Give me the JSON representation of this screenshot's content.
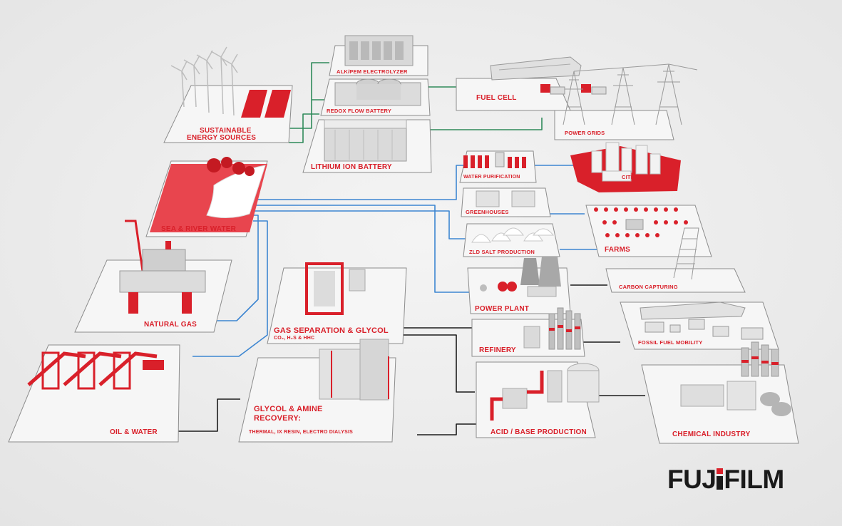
{
  "labels": {
    "alk_pem": "ALK/PEM ELECTROLYZER",
    "redox": "REDOX FLOW BATTERY",
    "lithium": "LITHIUM ION BATTERY",
    "sustainable_1": "SUSTAINABLE",
    "sustainable_2": "ENERGY SOURCES",
    "fuel_cell": "FUEL CELL",
    "power_grids": "POWER GRIDS",
    "water_purification": "WATER PURIFICATION",
    "cities": "CITIES",
    "greenhouses": "GREENHOUSES",
    "farms": "FARMS",
    "zld_salt": "ZLD SALT PRODUCTION",
    "carbon_capturing": "CARBON CAPTURING",
    "power_plant": "POWER PLANT",
    "sea_river": "SEA & RIVER WATER",
    "natural_gas": "NATURAL GAS",
    "gas_sep": "GAS SEPARATION & GLYCOL",
    "gas_sep_sub": "CO₂, H₂S & HHC",
    "refinery": "REFINERY",
    "fossil": "FOSSIL FUEL MOBILITY",
    "glycol_1": "GLYCOL & AMINE",
    "glycol_2": "RECOVERY:",
    "glycol_sub": "THERMAL, IX RESIN, ELECTRO DIALYSIS",
    "acid_base": "ACID / BASE PRODUCTION",
    "chemical": "CHEMICAL INDUSTRY",
    "oil_water": "OIL & WATER"
  },
  "logo": {
    "text_a": "FUJ",
    "text_b": "FILM"
  },
  "colors": {
    "accent_red": "#d9202a",
    "line_blue": "#3d86d1",
    "line_green": "#2f8a5a",
    "line_black": "#1c1c1c",
    "platform": "#f6f6f6",
    "platform_edge": "#8c8c8c",
    "background": "#ededed"
  }
}
